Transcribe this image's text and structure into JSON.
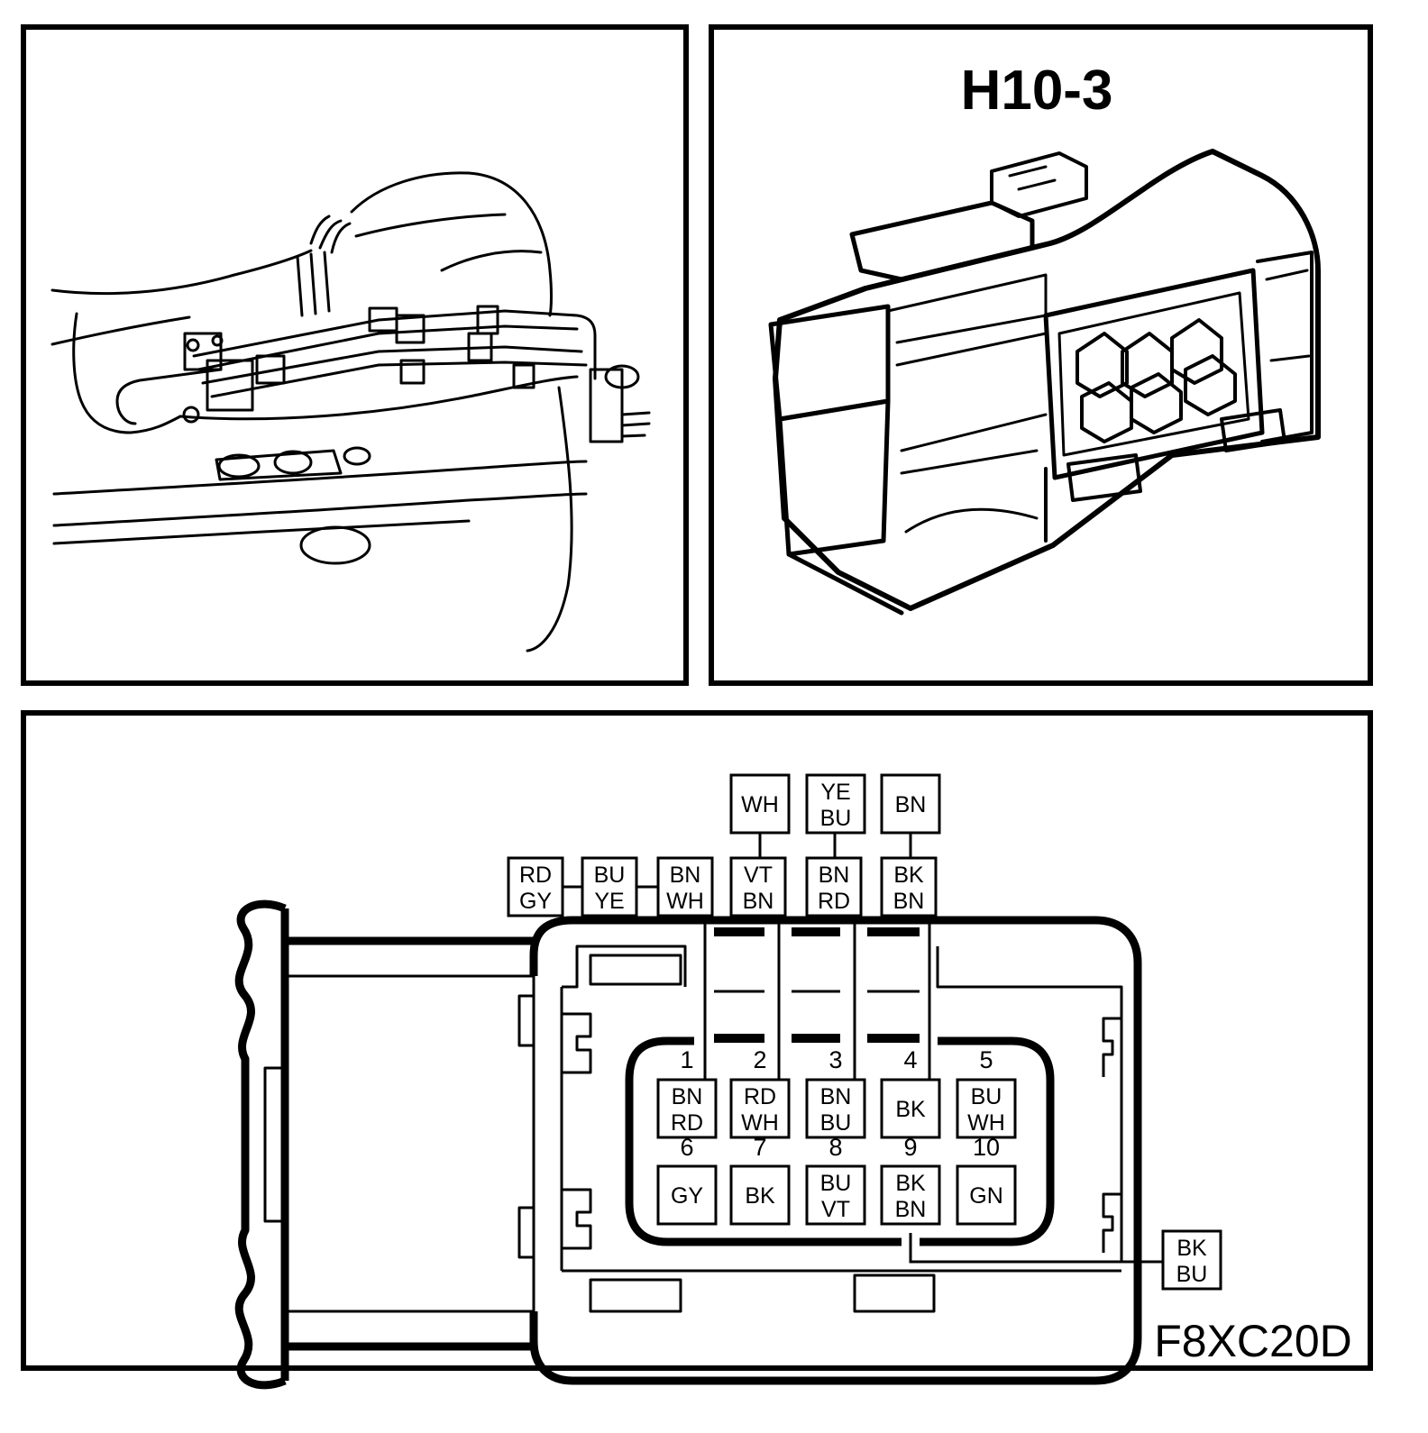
{
  "connector_title": "H10-3",
  "figure_code": "F8XC20D",
  "top_row": [
    {
      "id": "wire-wh",
      "lines": [
        "WH"
      ]
    },
    {
      "id": "wire-ye-bu",
      "lines": [
        "YE",
        "BU"
      ]
    },
    {
      "id": "wire-bn",
      "lines": [
        "BN"
      ]
    }
  ],
  "upper_row": [
    {
      "id": "wire-rd-gy",
      "lines": [
        "RD",
        "GY"
      ]
    },
    {
      "id": "wire-bu-ye",
      "lines": [
        "BU",
        "YE"
      ]
    },
    {
      "id": "wire-bn-wh",
      "lines": [
        "BN",
        "WH"
      ]
    },
    {
      "id": "wire-vt-bn",
      "lines": [
        "VT",
        "BN"
      ]
    },
    {
      "id": "wire-bn-rd",
      "lines": [
        "BN",
        "RD"
      ]
    },
    {
      "id": "wire-bk-bn",
      "lines": [
        "BK",
        "BN"
      ]
    }
  ],
  "pins_row1": [
    {
      "num": "1",
      "lines": [
        "BN",
        "RD"
      ]
    },
    {
      "num": "2",
      "lines": [
        "RD",
        "WH"
      ]
    },
    {
      "num": "3",
      "lines": [
        "BN",
        "BU"
      ]
    },
    {
      "num": "4",
      "lines": [
        "BK"
      ]
    },
    {
      "num": "5",
      "lines": [
        "BU",
        "WH"
      ]
    }
  ],
  "pins_row2": [
    {
      "num": "6",
      "lines": [
        "GY"
      ]
    },
    {
      "num": "7",
      "lines": [
        "BK"
      ]
    },
    {
      "num": "8",
      "lines": [
        "BU",
        "VT"
      ]
    },
    {
      "num": "9",
      "lines": [
        "BK",
        "BN"
      ]
    },
    {
      "num": "10",
      "lines": [
        "GN"
      ]
    }
  ],
  "side_wire": {
    "id": "wire-bk-bu",
    "lines": [
      "BK",
      "BU"
    ]
  }
}
